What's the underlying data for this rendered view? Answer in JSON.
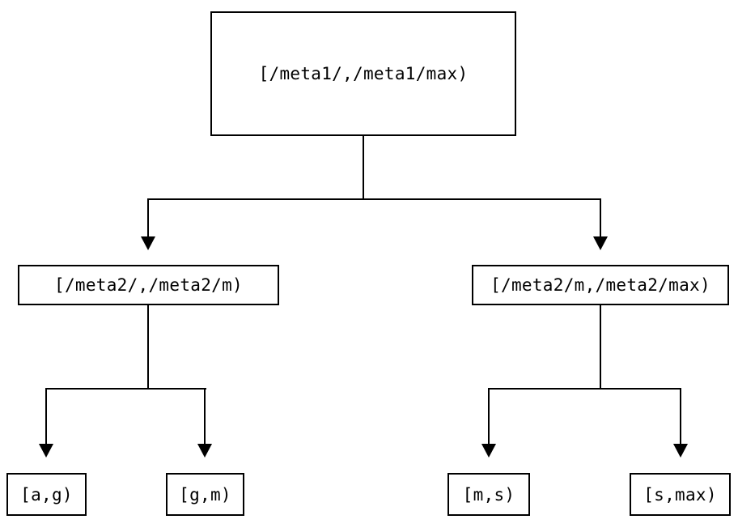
{
  "colors": {
    "background": "#ffffff",
    "stroke": "#000000",
    "text": "#000000"
  },
  "diagram": {
    "type": "tree",
    "nodes": {
      "root": {
        "label": "[/meta1/,/meta1/max)"
      },
      "left_child": {
        "label": "[/meta2/,/meta2/m)"
      },
      "right_child": {
        "label": "[/meta2/m,/meta2/max)"
      },
      "leaf_a_g": {
        "label": "[a,g)"
      },
      "leaf_g_m": {
        "label": "[g,m)"
      },
      "leaf_m_s": {
        "label": "[m,s)"
      },
      "leaf_s_max": {
        "label": "[s,max)"
      }
    },
    "edges": [
      {
        "from": "root",
        "to": "left_child"
      },
      {
        "from": "root",
        "to": "right_child"
      },
      {
        "from": "left_child",
        "to": "leaf_a_g"
      },
      {
        "from": "left_child",
        "to": "leaf_g_m"
      },
      {
        "from": "right_child",
        "to": "leaf_m_s"
      },
      {
        "from": "right_child",
        "to": "leaf_s_max"
      }
    ]
  }
}
